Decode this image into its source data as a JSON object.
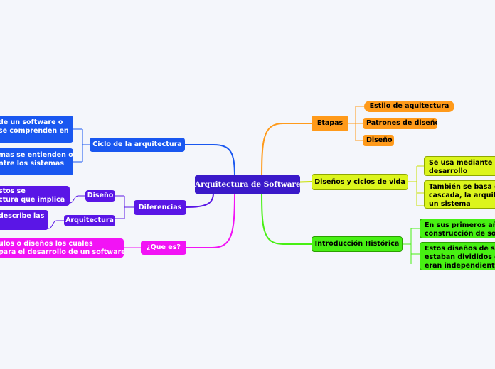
{
  "central": "Arquitectura de Software",
  "left": {
    "ciclo": {
      "label": "Ciclo de la arquitectura",
      "children": [
        [
          "de un software o",
          "se comprenden en"
        ],
        [
          "mas se entienden o",
          "ntre los sistemas"
        ]
      ]
    },
    "diferencias": {
      "label": "Diferencias",
      "diseno": {
        "label": "Diseño",
        "detail": [
          "stos se",
          "ctura que implica"
        ]
      },
      "arquitectura": {
        "label": "Arquitectura",
        "detail": [
          "describe las"
        ]
      }
    },
    "que_es": {
      "label": "¿Que es?",
      "detail": [
        "ulos o diseños los cuales",
        "para el desarrollo de un software"
      ]
    }
  },
  "right": {
    "etapas": {
      "label": "Etapas",
      "children": [
        "Estilo de aquitectura",
        "Patrones de diseño",
        "Diseño"
      ]
    },
    "disenos_ciclos": {
      "label": "Diseños y ciclos de vida",
      "children": [
        [
          "Se usa mediante m",
          "desarrollo"
        ],
        [
          "También se basa e",
          "cascada, la arquite",
          "un sistema"
        ]
      ]
    },
    "introduccion": {
      "label": "Introducción Histórica",
      "children": [
        [
          "En sus primeros año",
          "construcción de soft"
        ],
        [
          "Estos diseños de sis",
          "estaban divididos en",
          "eran independientes"
        ]
      ]
    }
  },
  "colors": {
    "central": "#3a19c9",
    "blue": "#1957f0",
    "purple": "#5a16e6",
    "magenta": "#f213f5",
    "orange": "#ff9a1a",
    "lime": "#dcf51c",
    "green": "#47f013",
    "background": "#f4f6fb"
  }
}
